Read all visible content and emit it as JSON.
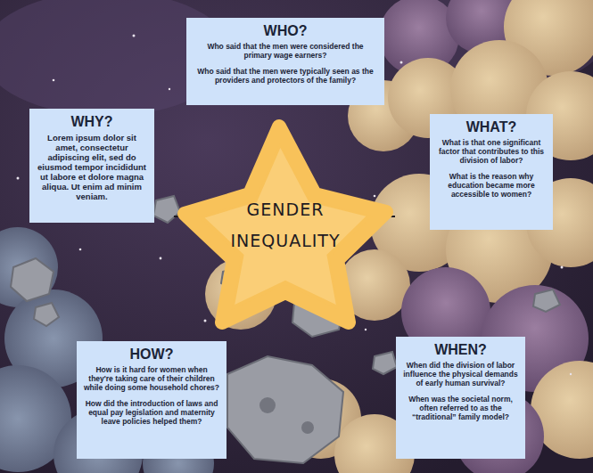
{
  "diagram": {
    "nodes": [
      {
        "text": [
          "WHO?",
          "Who said that the men were considered the primary wage earners?",
          "Who said that the men were typically seen as the providers and protectors of the family?"
        ]
      },
      {
        "text": [
          "WHY?",
          "Lorem ipsum dolor sit amet, consectetur adipiscing elit, sed do eiusmod tempor incididunt ut labore et dolore magna aliqua. Ut enim ad minim veniam."
        ]
      },
      {
        "text": [
          "WHAT?",
          "What is that one significant factor that contributes to this division of labor?",
          "What is the reason why education became more accessible to women?"
        ]
      },
      {
        "text": [
          "GENDER INEQUALITY"
        ]
      },
      {
        "text": [
          "HOW?",
          "How is it hard for women when they're taking care of their children while doing some household chores?",
          "How did the introduction of laws and equal pay legislation and maternity leave policies helped them?"
        ]
      },
      {
        "text": [
          "WHEN?",
          "When did the division of labor influence the physical demands of early human survival?",
          "When was the societal norm, often referred to as the “traditional” family model?"
        ]
      }
    ]
  }
}
